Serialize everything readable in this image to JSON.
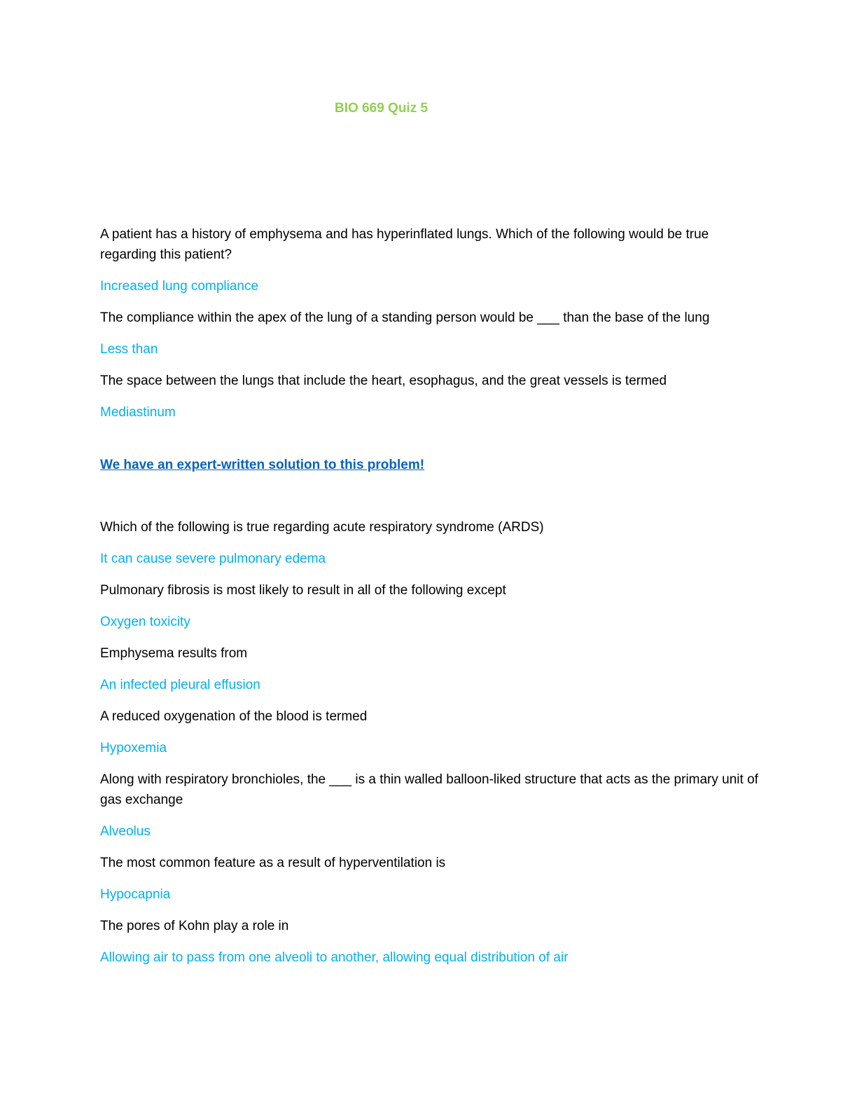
{
  "document": {
    "title": "BIO 669 Quiz 5",
    "colors": {
      "title": "#92d050",
      "answer": "#00b0f0",
      "link": "#0563c1",
      "question": "#000000"
    }
  },
  "qa_group_1": [
    {
      "question": "A patient has a history of emphysema and has hyperinflated lungs. Which of the following would be true regarding this patient?",
      "answer": "Increased lung compliance"
    },
    {
      "question": "The compliance within the apex of the lung of a standing person would be ___ than the base of the lung",
      "answer": "Less than"
    },
    {
      "question": "The space between the lungs that include the heart, esophagus, and the great vessels is termed",
      "answer": "Mediastinum"
    }
  ],
  "promo_link": {
    "label": "We have an expert-written solution to this problem!"
  },
  "qa_group_2": [
    {
      "question": "Which of the following is true regarding acute respiratory syndrome (ARDS)",
      "answer": "It can cause severe pulmonary edema"
    },
    {
      "question": "Pulmonary fibrosis is most likely to result in all of the following except",
      "answer": "Oxygen toxicity"
    },
    {
      "question": "Emphysema results from",
      "answer": "An infected pleural effusion"
    },
    {
      "question": "A reduced oxygenation of the blood is termed",
      "answer": "Hypoxemia"
    },
    {
      "question": "Along with respiratory bronchioles, the ___ is a thin walled balloon-liked structure that acts as the primary unit of gas exchange",
      "answer": "Alveolus"
    },
    {
      "question": "The most common feature as a result of hyperventilation is",
      "answer": "Hypocapnia"
    },
    {
      "question": "The pores of Kohn play a role in",
      "answer": "Allowing air to pass from one alveoli to another, allowing equal distribution of air"
    }
  ]
}
